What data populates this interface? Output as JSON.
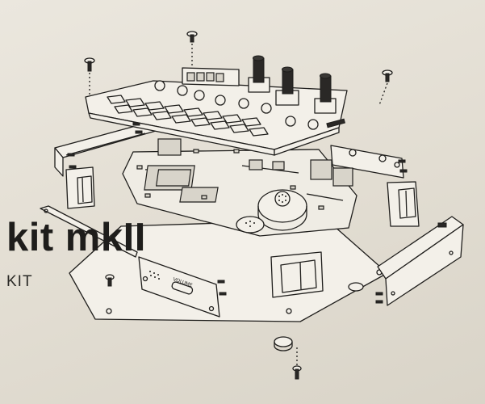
{
  "product": {
    "title": "kit mkII",
    "subtitle": "KIT"
  },
  "illustration": {
    "panel_label": "VOLUME"
  },
  "colors": {
    "background": "#e4e0d6",
    "ink": "#1f1e1c",
    "paper": "#f3f0e9"
  }
}
